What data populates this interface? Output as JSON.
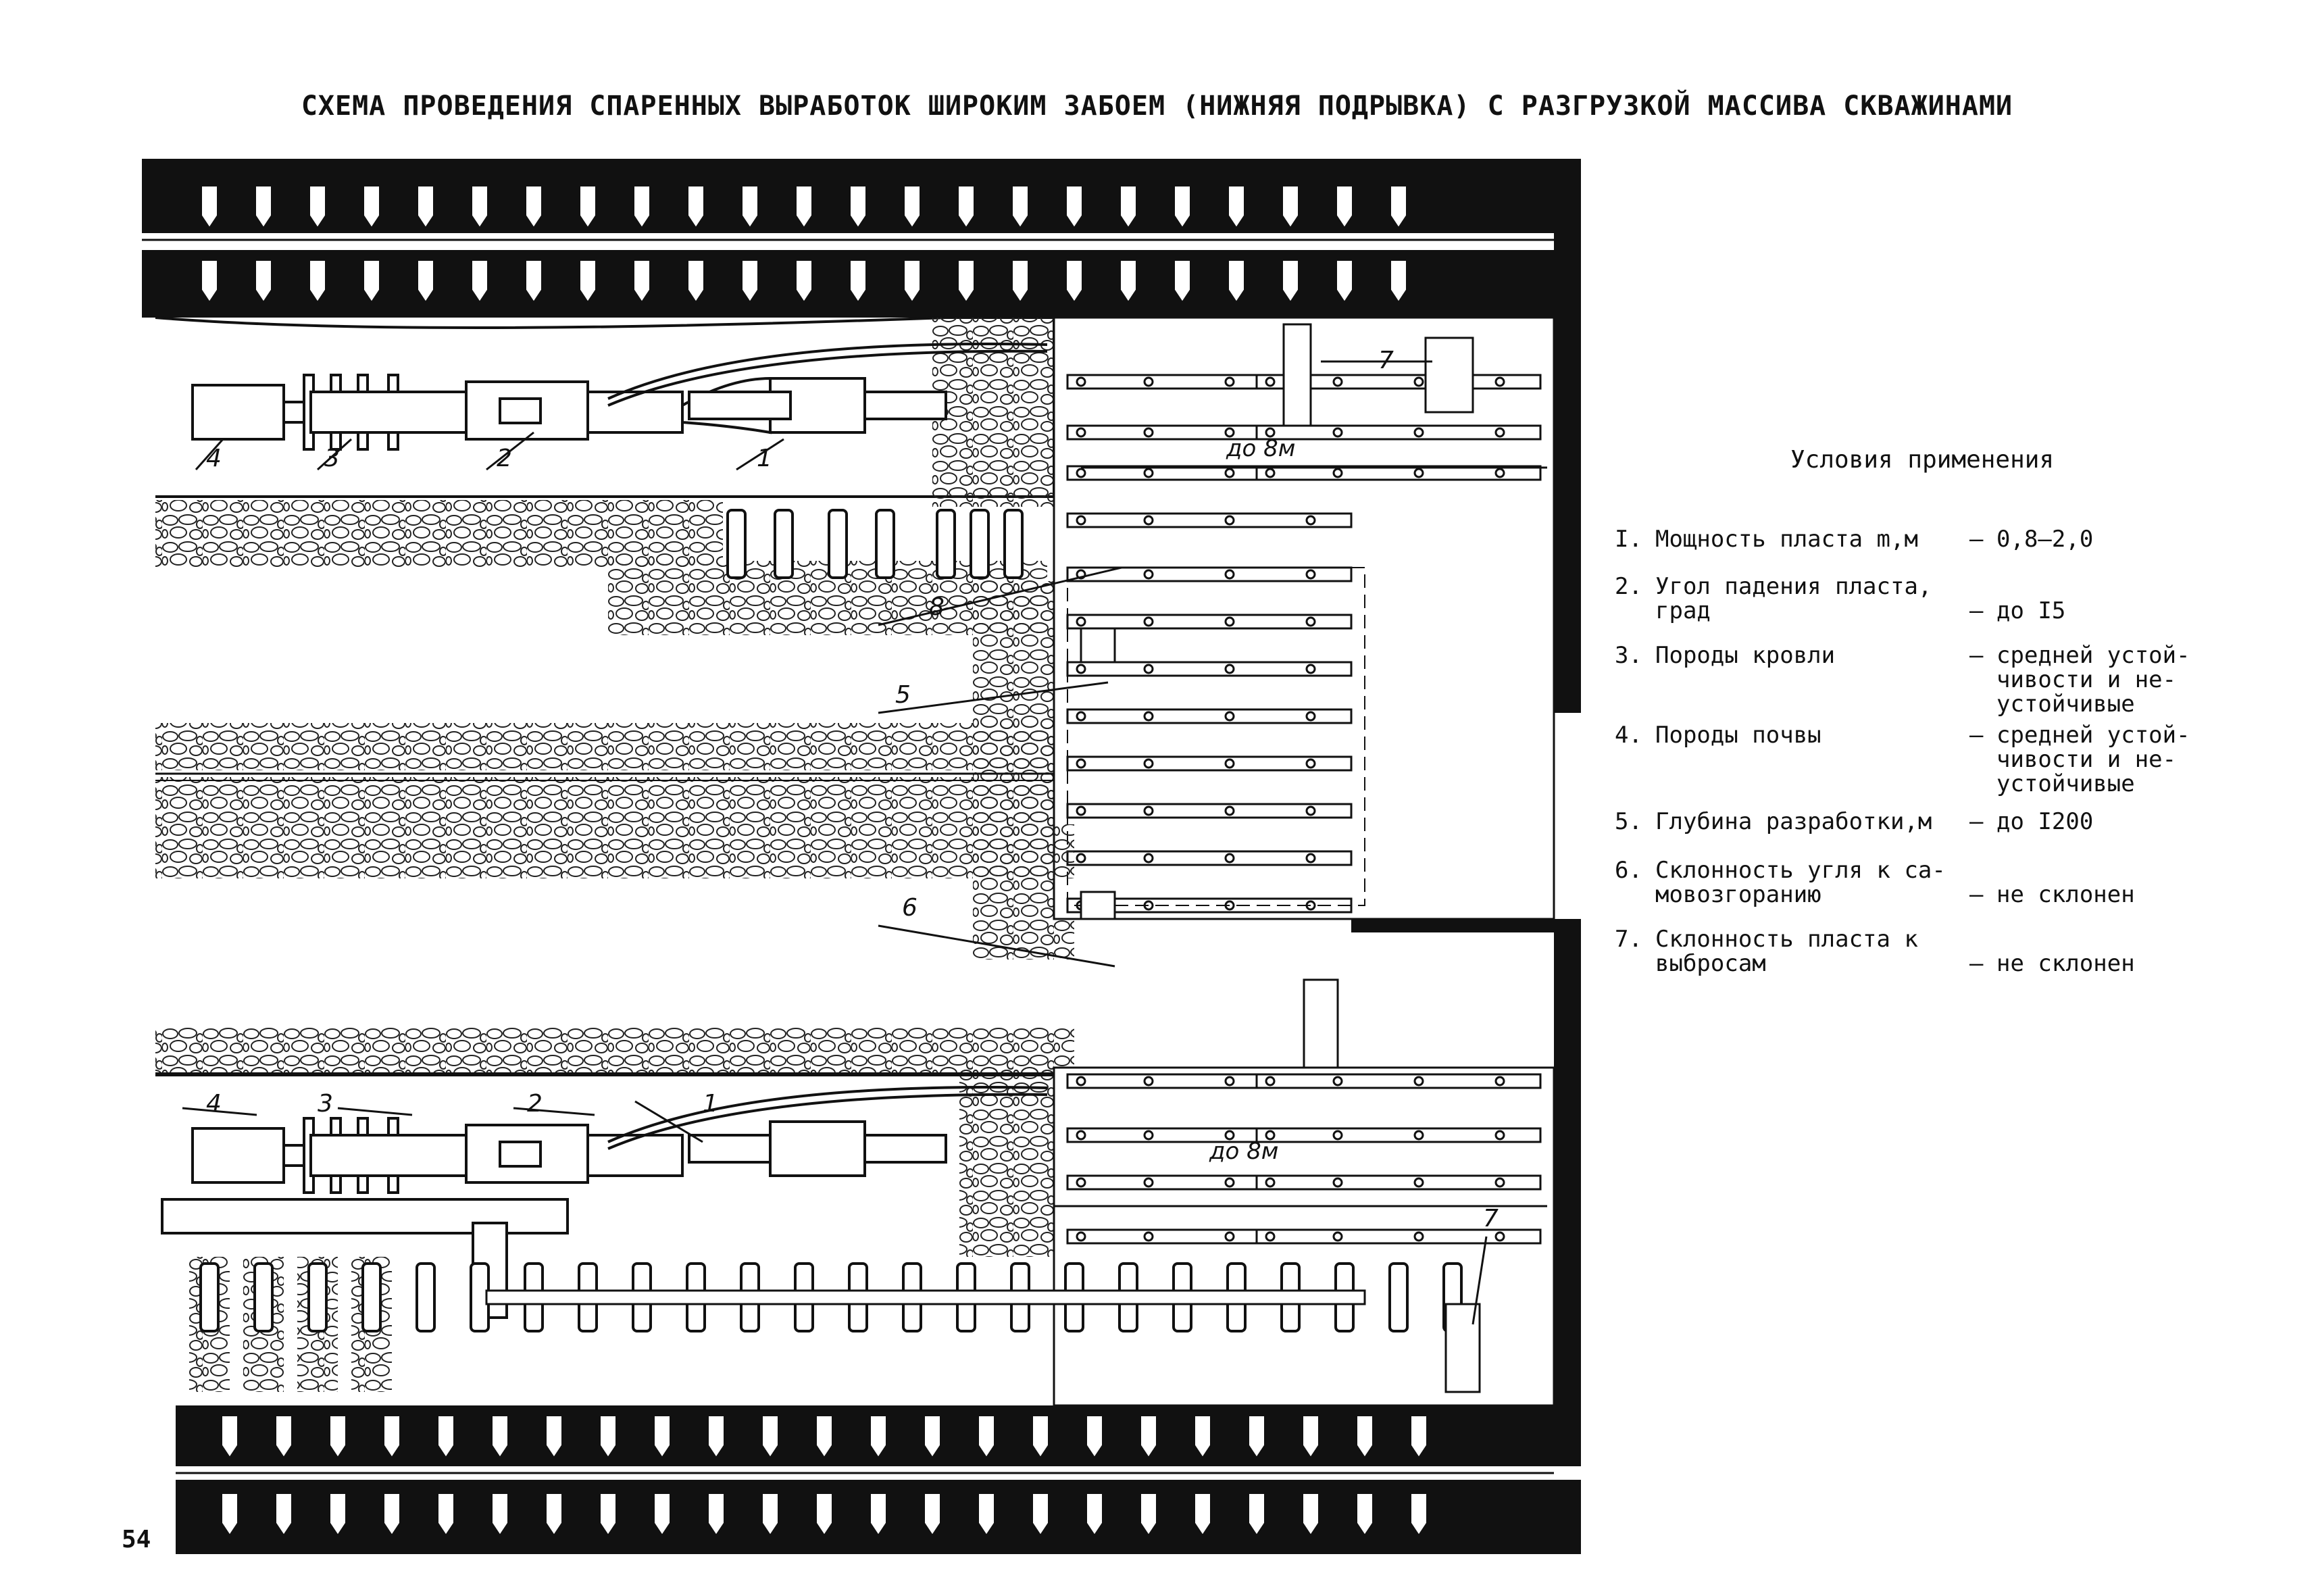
{
  "title": "СХЕМА ПРОВЕДЕНИЯ СПАРЕННЫХ ВЫРАБОТОК ШИРОКИМ ЗАБОЕМ (НИЖНЯЯ ПОДРЫВКА) С РАЗГРУЗКОЙ МАССИВА СКВАЖИНАМИ",
  "page_number": "54",
  "diagram_labels": {
    "combine": "1",
    "reloader": "2",
    "conveyor_section": "3",
    "drive": "4",
    "rock_packing": "5",
    "side_pack": "6",
    "hole_drill": "7",
    "rock_pile": "8",
    "distance": "до 8м"
  },
  "legend": {
    "heading": "Условия применения",
    "items": [
      {
        "num": "I.",
        "label": "Мощность пласта m,м",
        "value": "0,8–2,0"
      },
      {
        "num": "2.",
        "label": "Угол падения пласта,\nград",
        "value": "\nдо I5"
      },
      {
        "num": "3.",
        "label": "Породы кровли",
        "value": "средней устой-\nчивости и не-\nустойчивые"
      },
      {
        "num": "4.",
        "label": "Породы почвы",
        "value": "средней устой-\nчивости и не-\nустойчивые"
      },
      {
        "num": "5.",
        "label": "Глубина разработки,м",
        "value": "до I200"
      },
      {
        "num": "6.",
        "label": "Склонность угля к са-\nмовозгоранию",
        "value": "\nне склонен"
      },
      {
        "num": "7.",
        "label": "Склонность пласта к\nвыбросам",
        "value": "\nне склонен"
      }
    ]
  }
}
